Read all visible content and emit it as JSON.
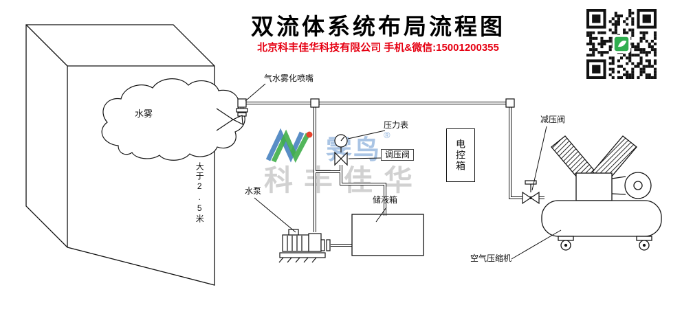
{
  "header": {
    "title": "双流体系统布局流程图",
    "subtitle": "北京科丰佳华科技有限公司 手机&微信:15001200355"
  },
  "watermark": {
    "brand": "霁鸟",
    "reg": "®",
    "ghost": "科丰佳华"
  },
  "labels": {
    "mist": "水雾",
    "nozzle": "气水雾化喷嘴",
    "min_height": "大于2.5米",
    "pressure_gauge": "压力表",
    "regulating_valve": "调压阀",
    "control_box": "电控箱",
    "water_pump": "水泵",
    "liquid_tank": "储液箱",
    "reducing_valve": "减压阀",
    "air_compressor": "空气压缩机"
  },
  "colors": {
    "accent_red": "#e60012",
    "brand_green": "#3fae49",
    "brand_blue": "#2f72b8",
    "line": "#111111"
  }
}
